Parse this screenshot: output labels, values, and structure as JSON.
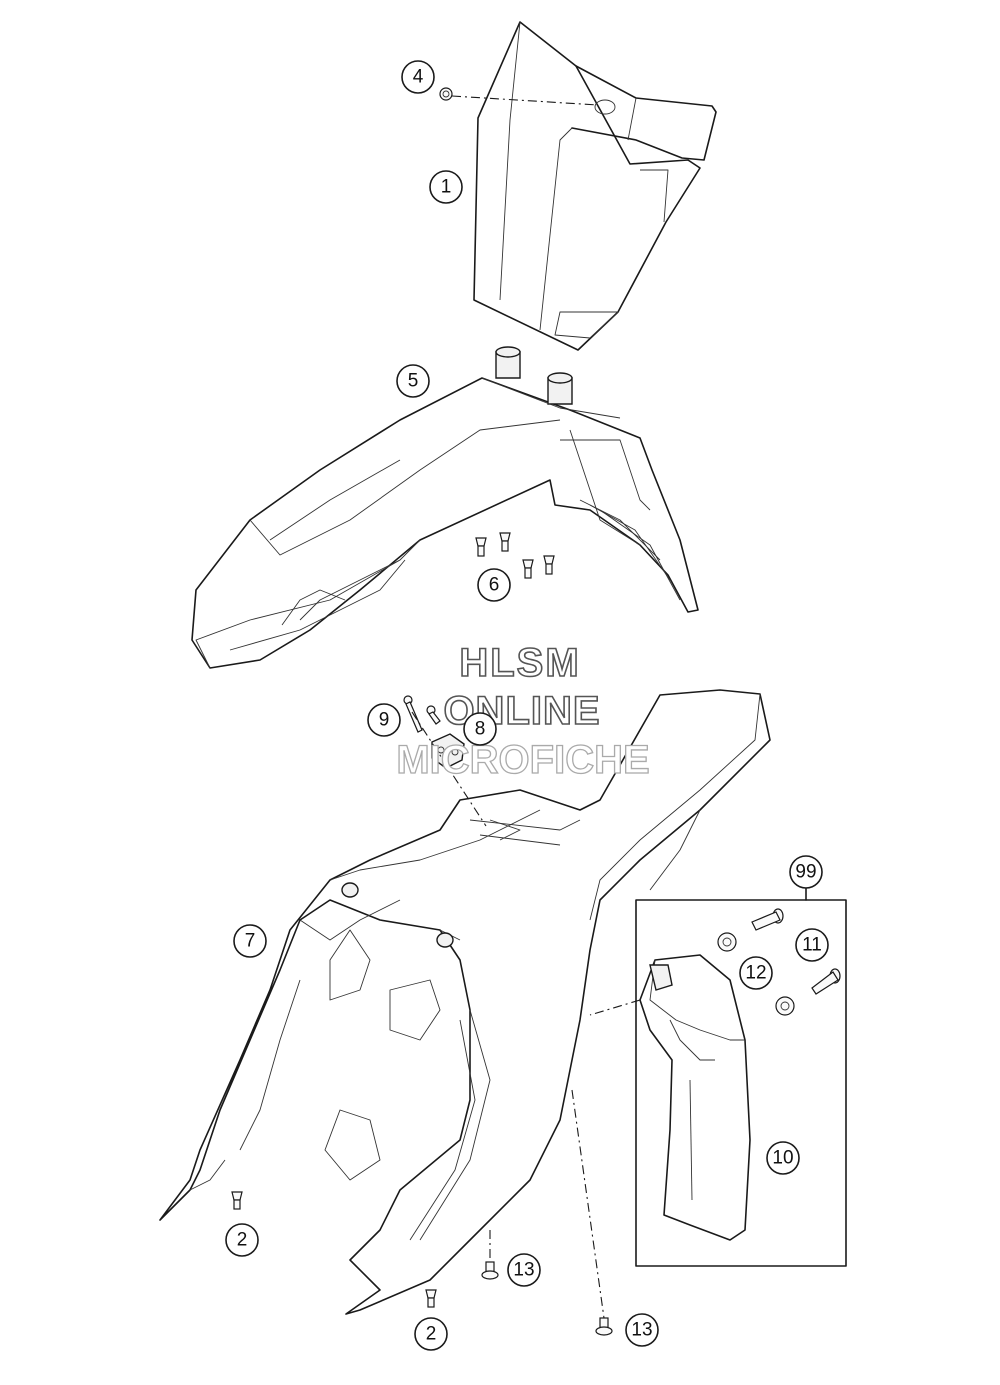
{
  "watermark": {
    "line1": "HLSM",
    "line2": "ONLINE",
    "line3": "MICROFICHE"
  },
  "callouts": {
    "c1": "1",
    "c2a": "2",
    "c2b": "2",
    "c4": "4",
    "c5": "5",
    "c6": "6",
    "c7": "7",
    "c8": "8",
    "c9": "9",
    "c10": "10",
    "c11": "11",
    "c12": "12",
    "c13a": "13",
    "c13b": "13",
    "c99": "99"
  }
}
